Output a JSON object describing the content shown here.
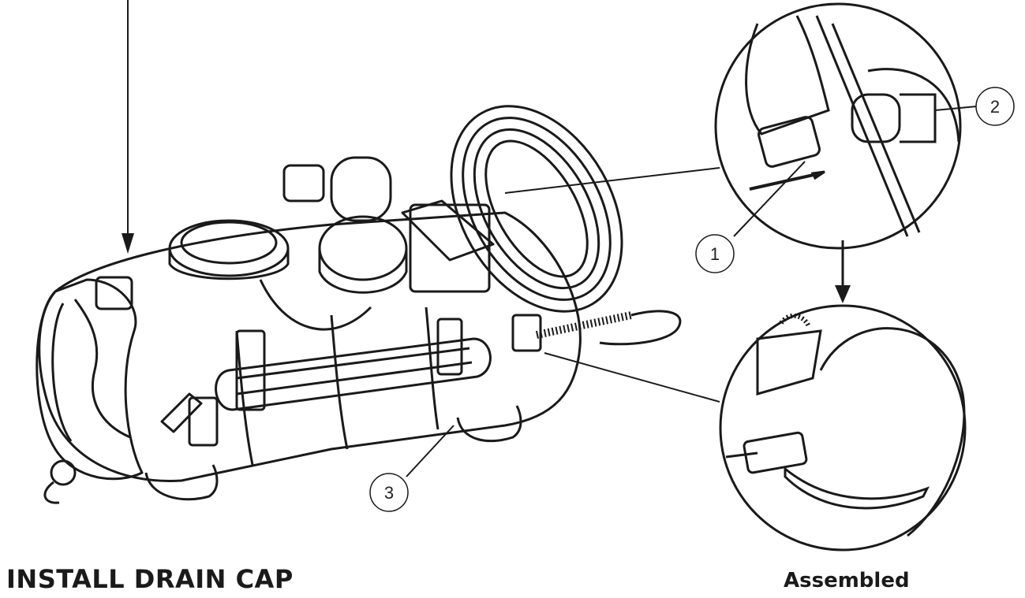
{
  "title": "INSTALL DRAIN CAP",
  "assembled_label": "Assembled",
  "callouts": {
    "c1": "1",
    "c2": "2",
    "c3": "3"
  },
  "colors": {
    "line": "#1a1a1a",
    "background": "#ffffff"
  }
}
